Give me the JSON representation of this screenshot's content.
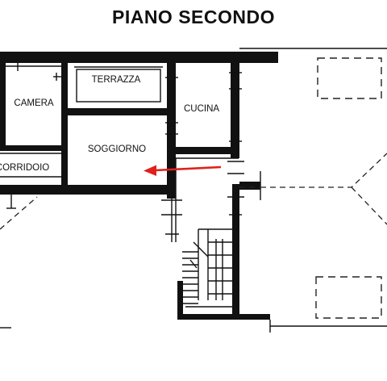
{
  "title": "PIANO SECONDO",
  "rooms": {
    "terrazza": "TERRAZZA",
    "camera": "CAMERA",
    "cucina": "CUCINA",
    "soggiorno": "SOGGIORNO",
    "corridoio": "CORRIDOIO"
  },
  "colors": {
    "wall": "#111111",
    "arrow": "#e0201a"
  }
}
